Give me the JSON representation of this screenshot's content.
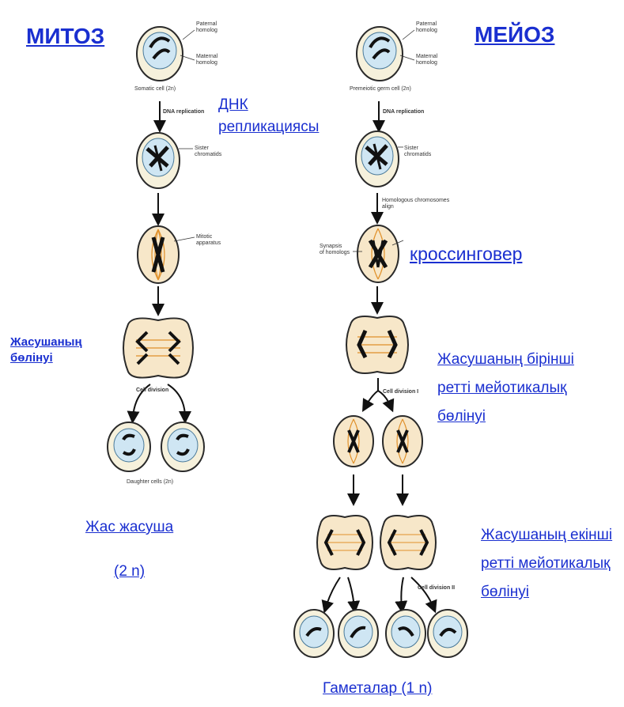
{
  "titles": {
    "mitosis": "МИТОЗ",
    "meiosis": "МЕЙОЗ"
  },
  "labels": {
    "dna_replication_1": "ДНК",
    "dna_replication_2": "репликациясы",
    "crossingover": "кроссинговер",
    "mitosis_division_1": "Жасушаның",
    "mitosis_division_2": "бөлінуі",
    "meiosis_first_1": "Жасушаның бірінші",
    "meiosis_first_2": "ретті мейотикалық",
    "meiosis_first_3": "бөлінуі",
    "meiosis_second_1": "Жасушаның екінші",
    "meiosis_second_2": "ретті мейотикалық",
    "meiosis_second_3": "бөлінуі",
    "young_cell": "Жас жасуша",
    "young_cell_ploidy": "(2 n)",
    "gametes": "Гаметалар (1 n)"
  },
  "small_labels": {
    "paternal_1": "Paternal",
    "paternal_2": "homolog",
    "maternal_1": "Maternal",
    "maternal_2": "homolog",
    "somatic_cell": "Somatic cell (2n)",
    "premeiotic_cell": "Premeiotic germ cell (2n)",
    "dna_replication": "DNA replication",
    "sister_1": "Sister",
    "sister_2": "chromatids",
    "mitotic_1": "Mitotic",
    "mitotic_2": "apparatus",
    "homologous_1": "Homologous chromosomes",
    "homologous_2": "align",
    "synapsis_1": "Synapsis",
    "synapsis_2": "of homologs",
    "cell_division": "Cell division",
    "cell_division_1": "Cell division I",
    "cell_division_2": "Cell division II",
    "daughter_cells": "Daughter cells (2n)"
  },
  "colors": {
    "link_blue": "#1a2fd0",
    "cell_outline": "#2a2a2a",
    "cell_fill": "#f6f1dc",
    "nucleus_fill": "#cfe6f3",
    "spindle": "#e0902a",
    "chromosome": "#111111"
  }
}
